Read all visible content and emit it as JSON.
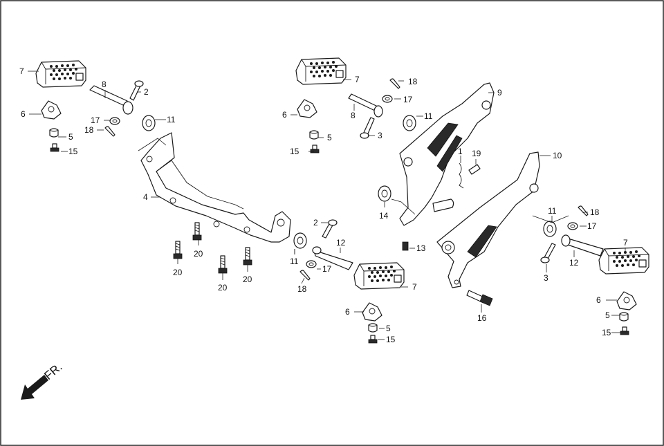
{
  "diagram": {
    "direction_label": "FR.",
    "callouts": [
      "7",
      "8",
      "2",
      "6",
      "17",
      "18",
      "11",
      "5",
      "15",
      "4",
      "20",
      "20",
      "20",
      "20",
      "7",
      "18",
      "17",
      "9",
      "8",
      "11",
      "6",
      "3",
      "5",
      "15",
      "1",
      "19",
      "10",
      "14",
      "2",
      "12",
      "11",
      "17",
      "18",
      "13",
      "7",
      "6",
      "5",
      "15",
      "11",
      "18",
      "17",
      "7",
      "12",
      "3",
      "16",
      "6",
      "5",
      "15"
    ]
  }
}
